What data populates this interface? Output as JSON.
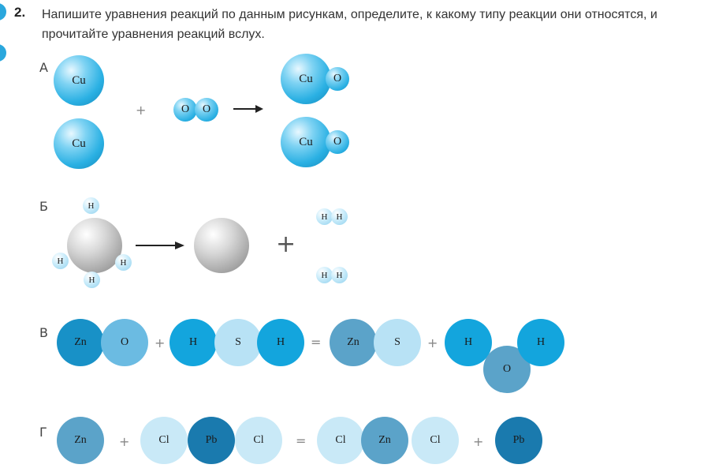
{
  "task": {
    "number": "2.",
    "text": "Напишите уравнения реакций по данным рисункам, определите, к какому типу реакции они относятся, и прочитайте уравнения реакций вслух."
  },
  "rows": {
    "a": {
      "label": "А",
      "left_atom_1": "Cu",
      "left_atom_2": "Cu",
      "plus": "+",
      "oxygen_1": "O",
      "oxygen_2": "O",
      "product_1_cu": "Cu",
      "product_1_o": "O",
      "product_2_cu": "Cu",
      "product_2_o": "O"
    },
    "b": {
      "label": "Б",
      "h_top": "H",
      "h_left": "H",
      "h_right": "H",
      "h_bottom": "H",
      "plus": "+",
      "h2_top_1": "H",
      "h2_top_2": "H",
      "h2_bottom_1": "H",
      "h2_bottom_2": "H"
    },
    "v": {
      "label": "В",
      "atoms": [
        "Zn",
        "O",
        "H",
        "S",
        "H",
        "Zn",
        "S",
        "H",
        "O",
        "H"
      ],
      "plus_1": "+",
      "equals": "=",
      "plus_2": "+"
    },
    "g": {
      "label": "Г",
      "atoms": [
        "Zn",
        "Cl",
        "Pb",
        "Cl",
        "Cl",
        "Zn",
        "Cl",
        "Pb"
      ],
      "plus_1": "+",
      "equals": "=",
      "plus_2": "+"
    }
  },
  "colors": {
    "dark_blue": "#1891c7",
    "medium_blue": "#5eb5de",
    "bright_blue": "#13a5dd",
    "light_blue": "#b8e2f5",
    "steel_blue": "#5ba3c9",
    "deep_blue": "#1a7aae",
    "pale_blue": "#c9e9f7"
  }
}
